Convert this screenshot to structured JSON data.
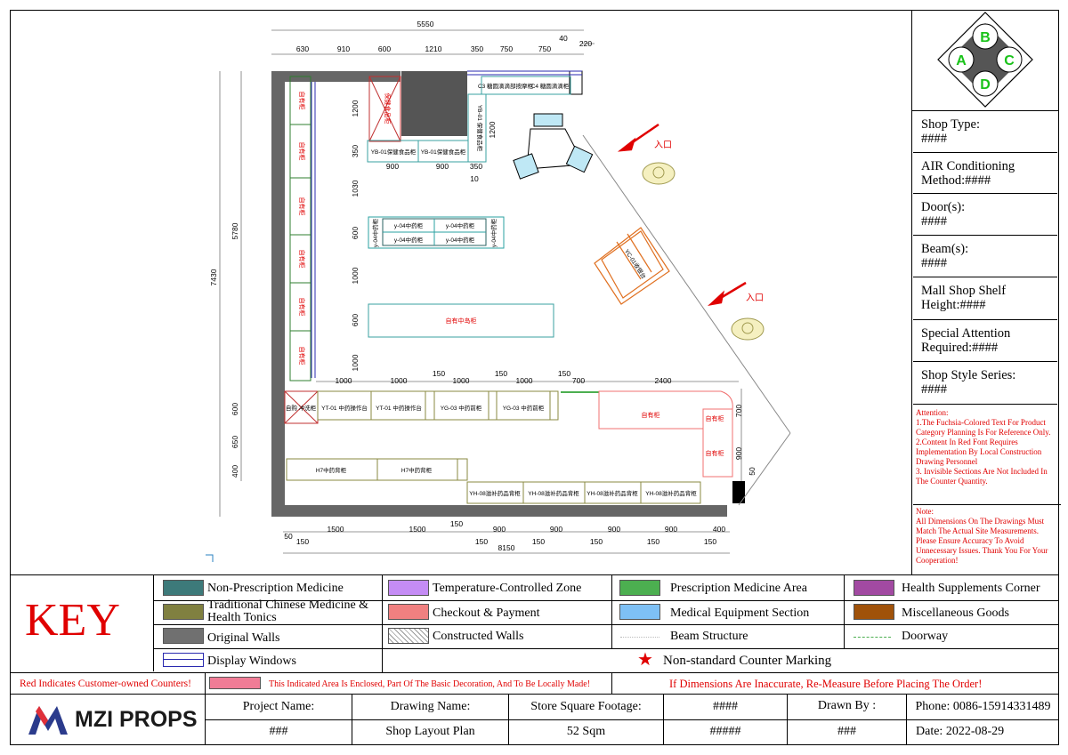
{
  "plan": {
    "dims_top_total": "5550",
    "dims_top": [
      "630",
      "910",
      "600",
      "1210",
      "350",
      "750",
      "750",
      "40",
      "220"
    ],
    "dims_left_outer": "7430",
    "dims_left_inner": "5780",
    "dims_left_lower": [
      "600",
      "650",
      "400"
    ],
    "dims_inner_v": [
      "1200",
      "350",
      "1030",
      "600",
      "1000",
      "600",
      "1000"
    ],
    "dims_inner_h1": [
      "900",
      "900",
      "350",
      "10"
    ],
    "dims_right_inner": [
      "1200"
    ],
    "dims_mid_h": [
      "1000",
      "1000",
      "150",
      "1000",
      "150",
      "1000",
      "150",
      "700",
      "2400"
    ],
    "dims_right_v": [
      "700",
      "900",
      "50"
    ],
    "dims_bottom_total": "8150",
    "dims_bottom": [
      "50",
      "150",
      "1500",
      "1500",
      "150",
      "900",
      "150",
      "900",
      "150",
      "900",
      "150",
      "900",
      "150",
      "400",
      "150"
    ],
    "entrance_label": "入口",
    "labels": {
      "self_cabinet": "自有柜",
      "island_cabinet": "自有中岛柜",
      "y2_counter": "保健食品柜",
      "yb01_left": "YB-01保健食品柜",
      "yb01_right": "YB-01保健食品柜",
      "yb01_vertical": "YB-01 保健食品柜",
      "c3": "C3 糖圆滴滴部按摩柜",
      "c4": "C4 糖圆滴滴柜",
      "y_shelf_1": "y-04中药柜",
      "y_shelf_2": "y-04中药柜",
      "y_shelf_3": "y-04中药柜",
      "y_shelf_4": "y-04中药柜",
      "y_end": "y-04中药柜",
      "yc_checkout": "YC-01收银台",
      "yt01_a": "YT-01 中药操作台",
      "yt01_b": "YT-01 中药操作台",
      "yg03_a": "YG-03 中药前柜",
      "yg03_b": "YG-03 中药前柜",
      "self_front": "自有柜",
      "h7_a": "H7中药背柜",
      "h7_b": "H7中药背柜",
      "yh08_a": "YH-08滋补药品背柜",
      "yh08_b": "YH-08滋补药品背柜",
      "yh08_c": "YH-08滋补药品背柜",
      "yh08_d": "YH-08滋补药品背柜",
      "self_wash": "自购 冲洗柜"
    }
  },
  "compass": {
    "a": "A",
    "b": "B",
    "c": "C",
    "d": "D"
  },
  "info": {
    "shop_type": "Shop Type:",
    "shop_type_val": "####",
    "air": "AIR Conditioning Method:####",
    "door": "Door(s):",
    "door_val": "####",
    "beam": "Beam(s):",
    "beam_val": "####",
    "shelf": "Mall Shop Shelf Height:####",
    "special": "Special Attention Required:####",
    "style": "Shop Style Series:",
    "style_val": "####",
    "attention_title": "Attention:",
    "attention_1": "1.The Fuchsia-Colored Text For Product Category Planning Is For Reference Only.",
    "attention_2": "2.Content In Red Font Requires Implementation By Local Construction Drawing Personnel",
    "attention_3": "3. Invisible Sections Are Not Included In The Counter Quantity.",
    "note_title": "Note:",
    "note_body": "All Dimensions On The Drawings Must Match The Actual Site Measurements. Please Ensure Accuracy To Avoid Unnecessary Issues. Thank You For Your Cooperation!"
  },
  "key": {
    "title": "KEY",
    "items": {
      "otc": "Non-Prescription Medicine",
      "temp": "Temperature-Controlled Zone",
      "rx": "Prescription Medicine Area",
      "health": "Health Supplements Corner",
      "tcm": "Traditional Chinese Medicine & Health Tonics",
      "checkout": "Checkout & Payment",
      "medical": "Medical Equipment Section",
      "misc": "Miscellaneous Goods",
      "walls": "Original Walls",
      "constructed": "Constructed Walls",
      "beam": "Beam Structure",
      "doorway": "Doorway",
      "display": "Display Windows",
      "nonstd": "Non-standard Counter Marking"
    },
    "colors": {
      "otc": "#3d7a7a",
      "temp": "#c58cf5",
      "rx": "#4caf50",
      "health": "#a24aa2",
      "tcm": "#808040",
      "checkout": "#f08080",
      "medical": "#7ec0f5",
      "misc": "#a0520a",
      "walls": "#707070",
      "red": "#e00000"
    }
  },
  "notes": {
    "red_note": "Red Indicates Customer-owned Counters!",
    "enclosed_note": "This Indicated Area Is Enclosed, Part Of The Basic Decoration, And To Be Locally Made!",
    "remeasure": "If Dimensions Are Inaccurate, Re-Measure Before Placing The Order!"
  },
  "titleblock": {
    "logo": "MZI PROPS",
    "project_label": "Project Name:",
    "project_val": "###",
    "drawing_label": "Drawing Name:",
    "drawing_val": "Shop Layout Plan",
    "footage_label": "Store Square Footage:",
    "footage_val": "52 Sqm",
    "blank_label": "####",
    "blank_val": "#####",
    "drawn_label": "Drawn By :",
    "drawn_val": "###",
    "phone": "Phone: 0086-15914331489",
    "date": "Date: 2022-08-29"
  }
}
